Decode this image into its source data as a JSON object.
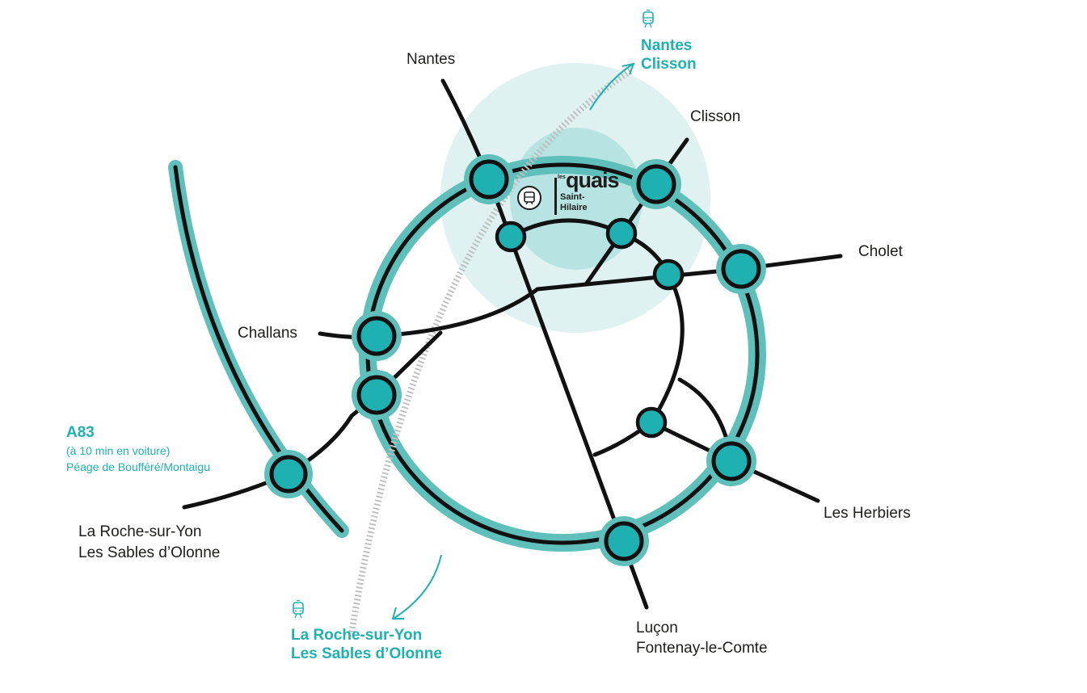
{
  "places": {
    "nantes": "Nantes",
    "clisson": "Clisson",
    "cholet": "Cholet",
    "challans": "Challans",
    "la_roche_sur_yon": "La Roche-sur-Yon",
    "les_sables": "Les Sables d’Olonne",
    "les_herbiers": "Les Herbiers",
    "lucon": "Luçon",
    "fontenay": "Fontenay-le-Comte"
  },
  "rail": {
    "north": {
      "line1": "Nantes",
      "line2": "Clisson",
      "icon": "train-icon"
    },
    "south": {
      "line1": "La Roche-sur-Yon",
      "line2": "Les Sables d’Olonne",
      "icon": "train-icon"
    }
  },
  "highway": {
    "name": "A83",
    "time": "(à 10 min en voiture)",
    "toll": "Péage de Boufféré/Montaigu"
  },
  "logo": {
    "les": "les",
    "quais": "quais",
    "line1": "Saint-",
    "line2": "Hilaire",
    "icon": "tram-icon"
  },
  "colors": {
    "teal": "#1fb1b1",
    "teal_light": "#5fbfba",
    "halo_outer": "#dff1f1",
    "halo_inner": "#b7e3e3",
    "road": "#111111",
    "text": "#1d1d1b"
  }
}
